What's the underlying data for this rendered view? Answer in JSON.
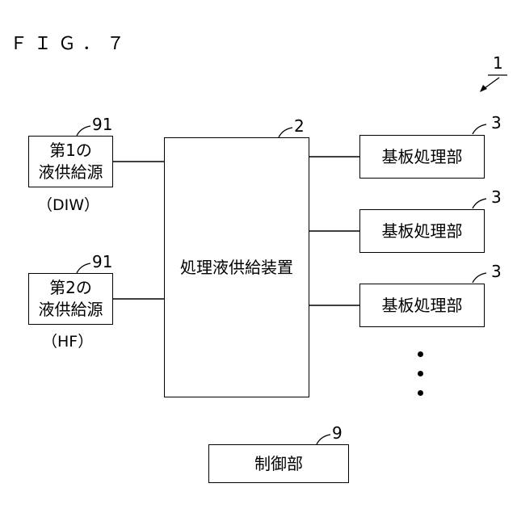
{
  "figure": {
    "title": "ＦＩＧ．７"
  },
  "system_ref": "1",
  "sources": [
    {
      "ref": "91",
      "label": "第1の\n液供給源",
      "sublabel": "（DIW）"
    },
    {
      "ref": "91",
      "label": "第2の\n液供給源",
      "sublabel": "（HF）"
    }
  ],
  "supply_device": {
    "ref": "2",
    "label": "処理液供給装置"
  },
  "processors": [
    {
      "ref": "3",
      "label": "基板処理部"
    },
    {
      "ref": "3",
      "label": "基板処理部"
    },
    {
      "ref": "3",
      "label": "基板処理部"
    }
  ],
  "controller": {
    "ref": "9",
    "label": "制御部"
  }
}
